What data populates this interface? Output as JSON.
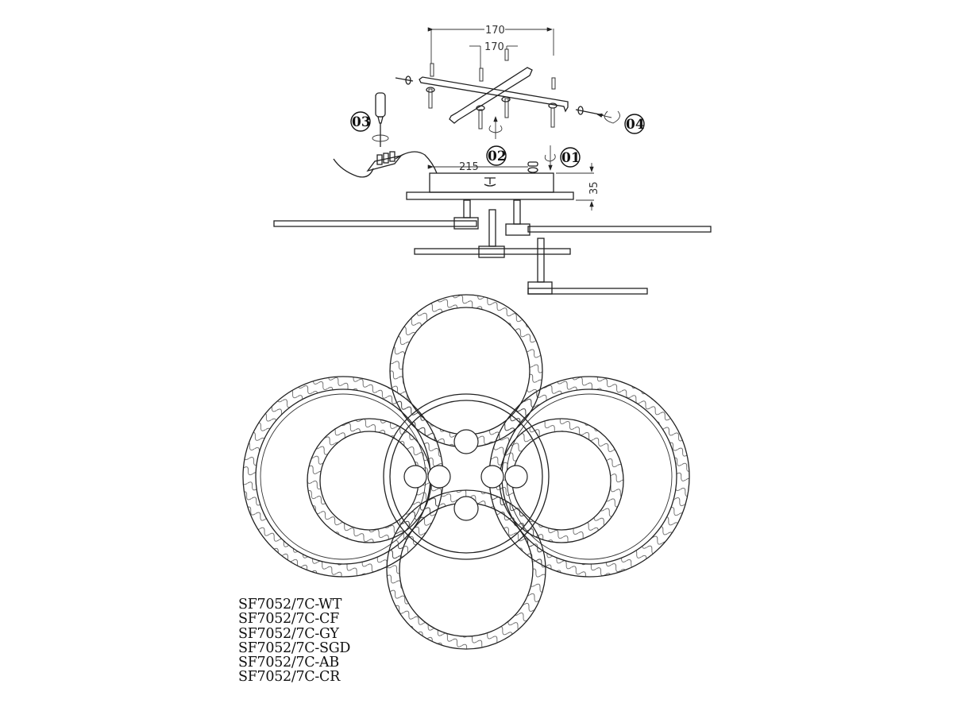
{
  "dimensions": {
    "bracket_span_outer": "170",
    "bracket_span_inner": "170",
    "canopy_width": "215",
    "canopy_height": "35"
  },
  "steps": [
    "01",
    "02",
    "03",
    "04"
  ],
  "models": [
    "SF7052/7C-WT",
    "SF7052/7C-CF",
    "SF7052/7C-GY",
    "SF7052/7C-SGD",
    "SF7052/7C-AB",
    "SF7052/7C-CR"
  ]
}
